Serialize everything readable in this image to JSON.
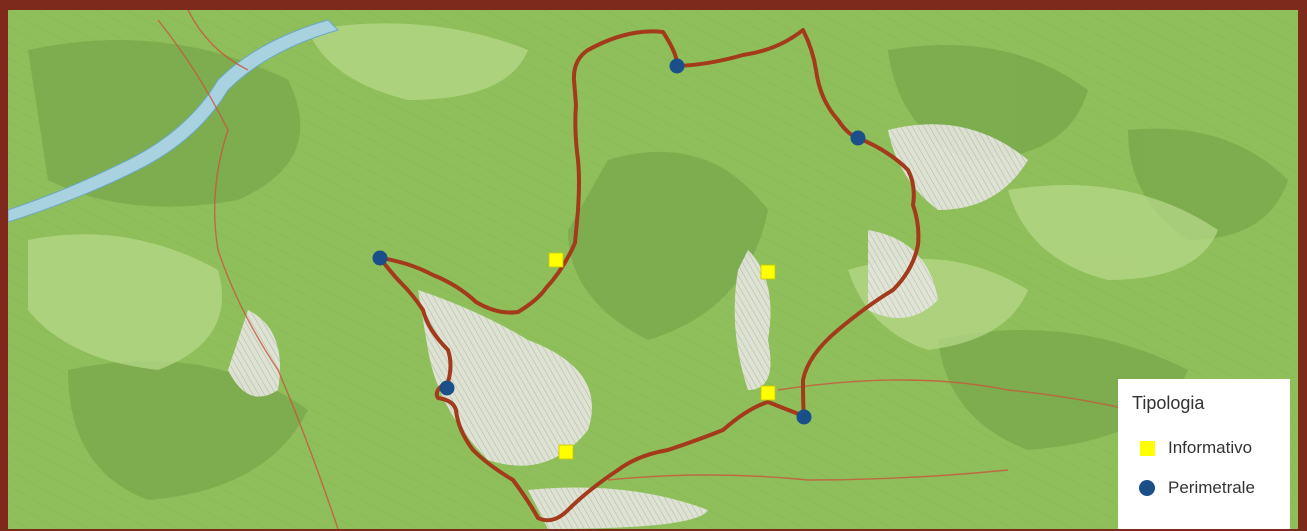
{
  "legend": {
    "title": "Tipologia",
    "items": [
      {
        "label": "Informativo",
        "symbol": "square",
        "color": "#ffff00"
      },
      {
        "label": "Perimetrale",
        "symbol": "circle",
        "color": "#1b4f8a"
      }
    ]
  },
  "colors": {
    "frame": "#7d2a1c",
    "route": "#a33a1b",
    "forest": "#8fbf5a",
    "forest_dark": "#6f9e45",
    "rock": "#e4e4dc",
    "river": "#a9d2e0"
  }
}
